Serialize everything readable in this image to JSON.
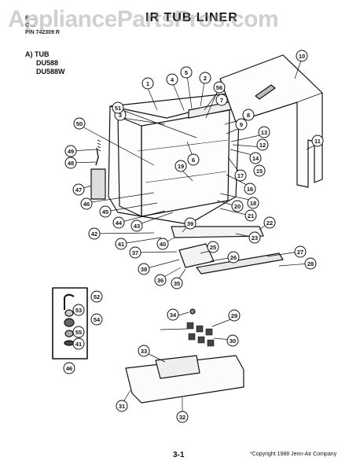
{
  "header": {
    "line1": "F    ...",
    "line2": "C ...",
    "part_number": "P/N 742309 R"
  },
  "title": "IR  TUB  LINER",
  "watermark": "AppliancePartsPros.com",
  "section": {
    "label": "A)  TUB",
    "models": [
      "DU588",
      "DU588W"
    ]
  },
  "callouts": [
    "1",
    "2",
    "3",
    "4",
    "5",
    "6",
    "7",
    "8",
    "9",
    "10",
    "11",
    "12",
    "13",
    "14",
    "15",
    "16",
    "17",
    "18",
    "19",
    "20",
    "21",
    "22",
    "23",
    "25",
    "26",
    "27",
    "28",
    "29",
    "30",
    "31",
    "32",
    "33",
    "34",
    "35",
    "36",
    "37",
    "38",
    "39",
    "40",
    "41",
    "42",
    "43",
    "44",
    "45",
    "46",
    "47",
    "48",
    "49",
    "50",
    "51",
    "52",
    "53",
    "54",
    "55",
    "56"
  ],
  "inset_callouts": [
    "52",
    "53",
    "54",
    "55",
    "41"
  ],
  "inset_label": "46",
  "footer": {
    "page": "3-1",
    "copyright": "*Copyright 1988 Jenn-Air Company"
  }
}
